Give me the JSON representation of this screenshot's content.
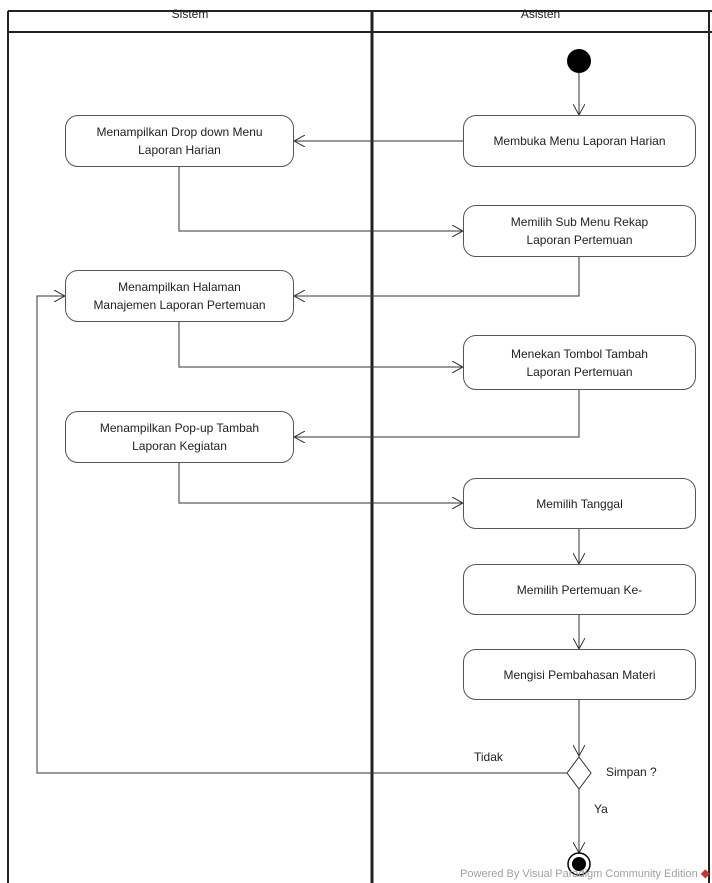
{
  "lanes": {
    "left_title": "Sistem",
    "right_title": "Asisten"
  },
  "nodes": {
    "a1": "Membuka Menu Laporan Harian",
    "s1": "Menampilkan Drop down Menu\nLaporan Harian",
    "a2": "Memilih Sub Menu Rekap\nLaporan Pertemuan",
    "s2": "Menampilkan Halaman\nManajemen Laporan Pertemuan",
    "a3": "Menekan Tombol Tambah\nLaporan Pertemuan",
    "s3": "Menampilkan Pop-up Tambah\nLaporan Kegiatan",
    "a4": "Memilih Tanggal",
    "a5": "Memilih Pertemuan Ke-",
    "a6": "Mengisi Pembahasan Materi"
  },
  "decision": {
    "label": "Simpan ?",
    "no_label": "Tidak",
    "yes_label": "Ya"
  },
  "watermark": "Powered By  Visual Paradigm Community Edition",
  "colors": {
    "line": "#333333",
    "node_border": "#555555",
    "start_fill": "#000000"
  }
}
